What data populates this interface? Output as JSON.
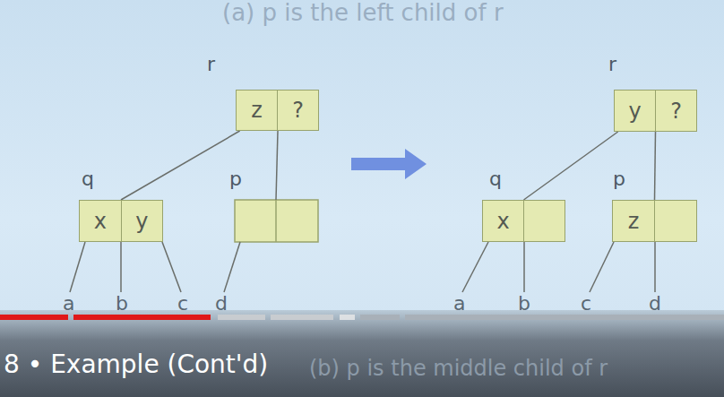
{
  "diagram": {
    "nodes": [
      {
        "text": [
          "z",
          "?"
        ]
      },
      {
        "text": [
          "x",
          "y"
        ]
      },
      {
        "text": [
          "y",
          "?"
        ]
      },
      {
        "text": [
          "x"
        ]
      },
      {
        "text": [
          "z"
        ]
      }
    ],
    "edges": [
      {
        "from": 0,
        "to": 1,
        "arrow": "none"
      },
      {
        "from": 2,
        "to": 3,
        "arrow": "none"
      },
      {
        "from": 2,
        "to": 4,
        "arrow": "none"
      }
    ],
    "labels": [
      "(a) p is the left child of r",
      "r",
      "q",
      "p",
      "a",
      "b",
      "c",
      "d",
      "r",
      "q",
      "p",
      "a",
      "b",
      "c",
      "d",
      "8 • Example (Cont'd)",
      "(b) p is the middle child of r"
    ]
  }
}
